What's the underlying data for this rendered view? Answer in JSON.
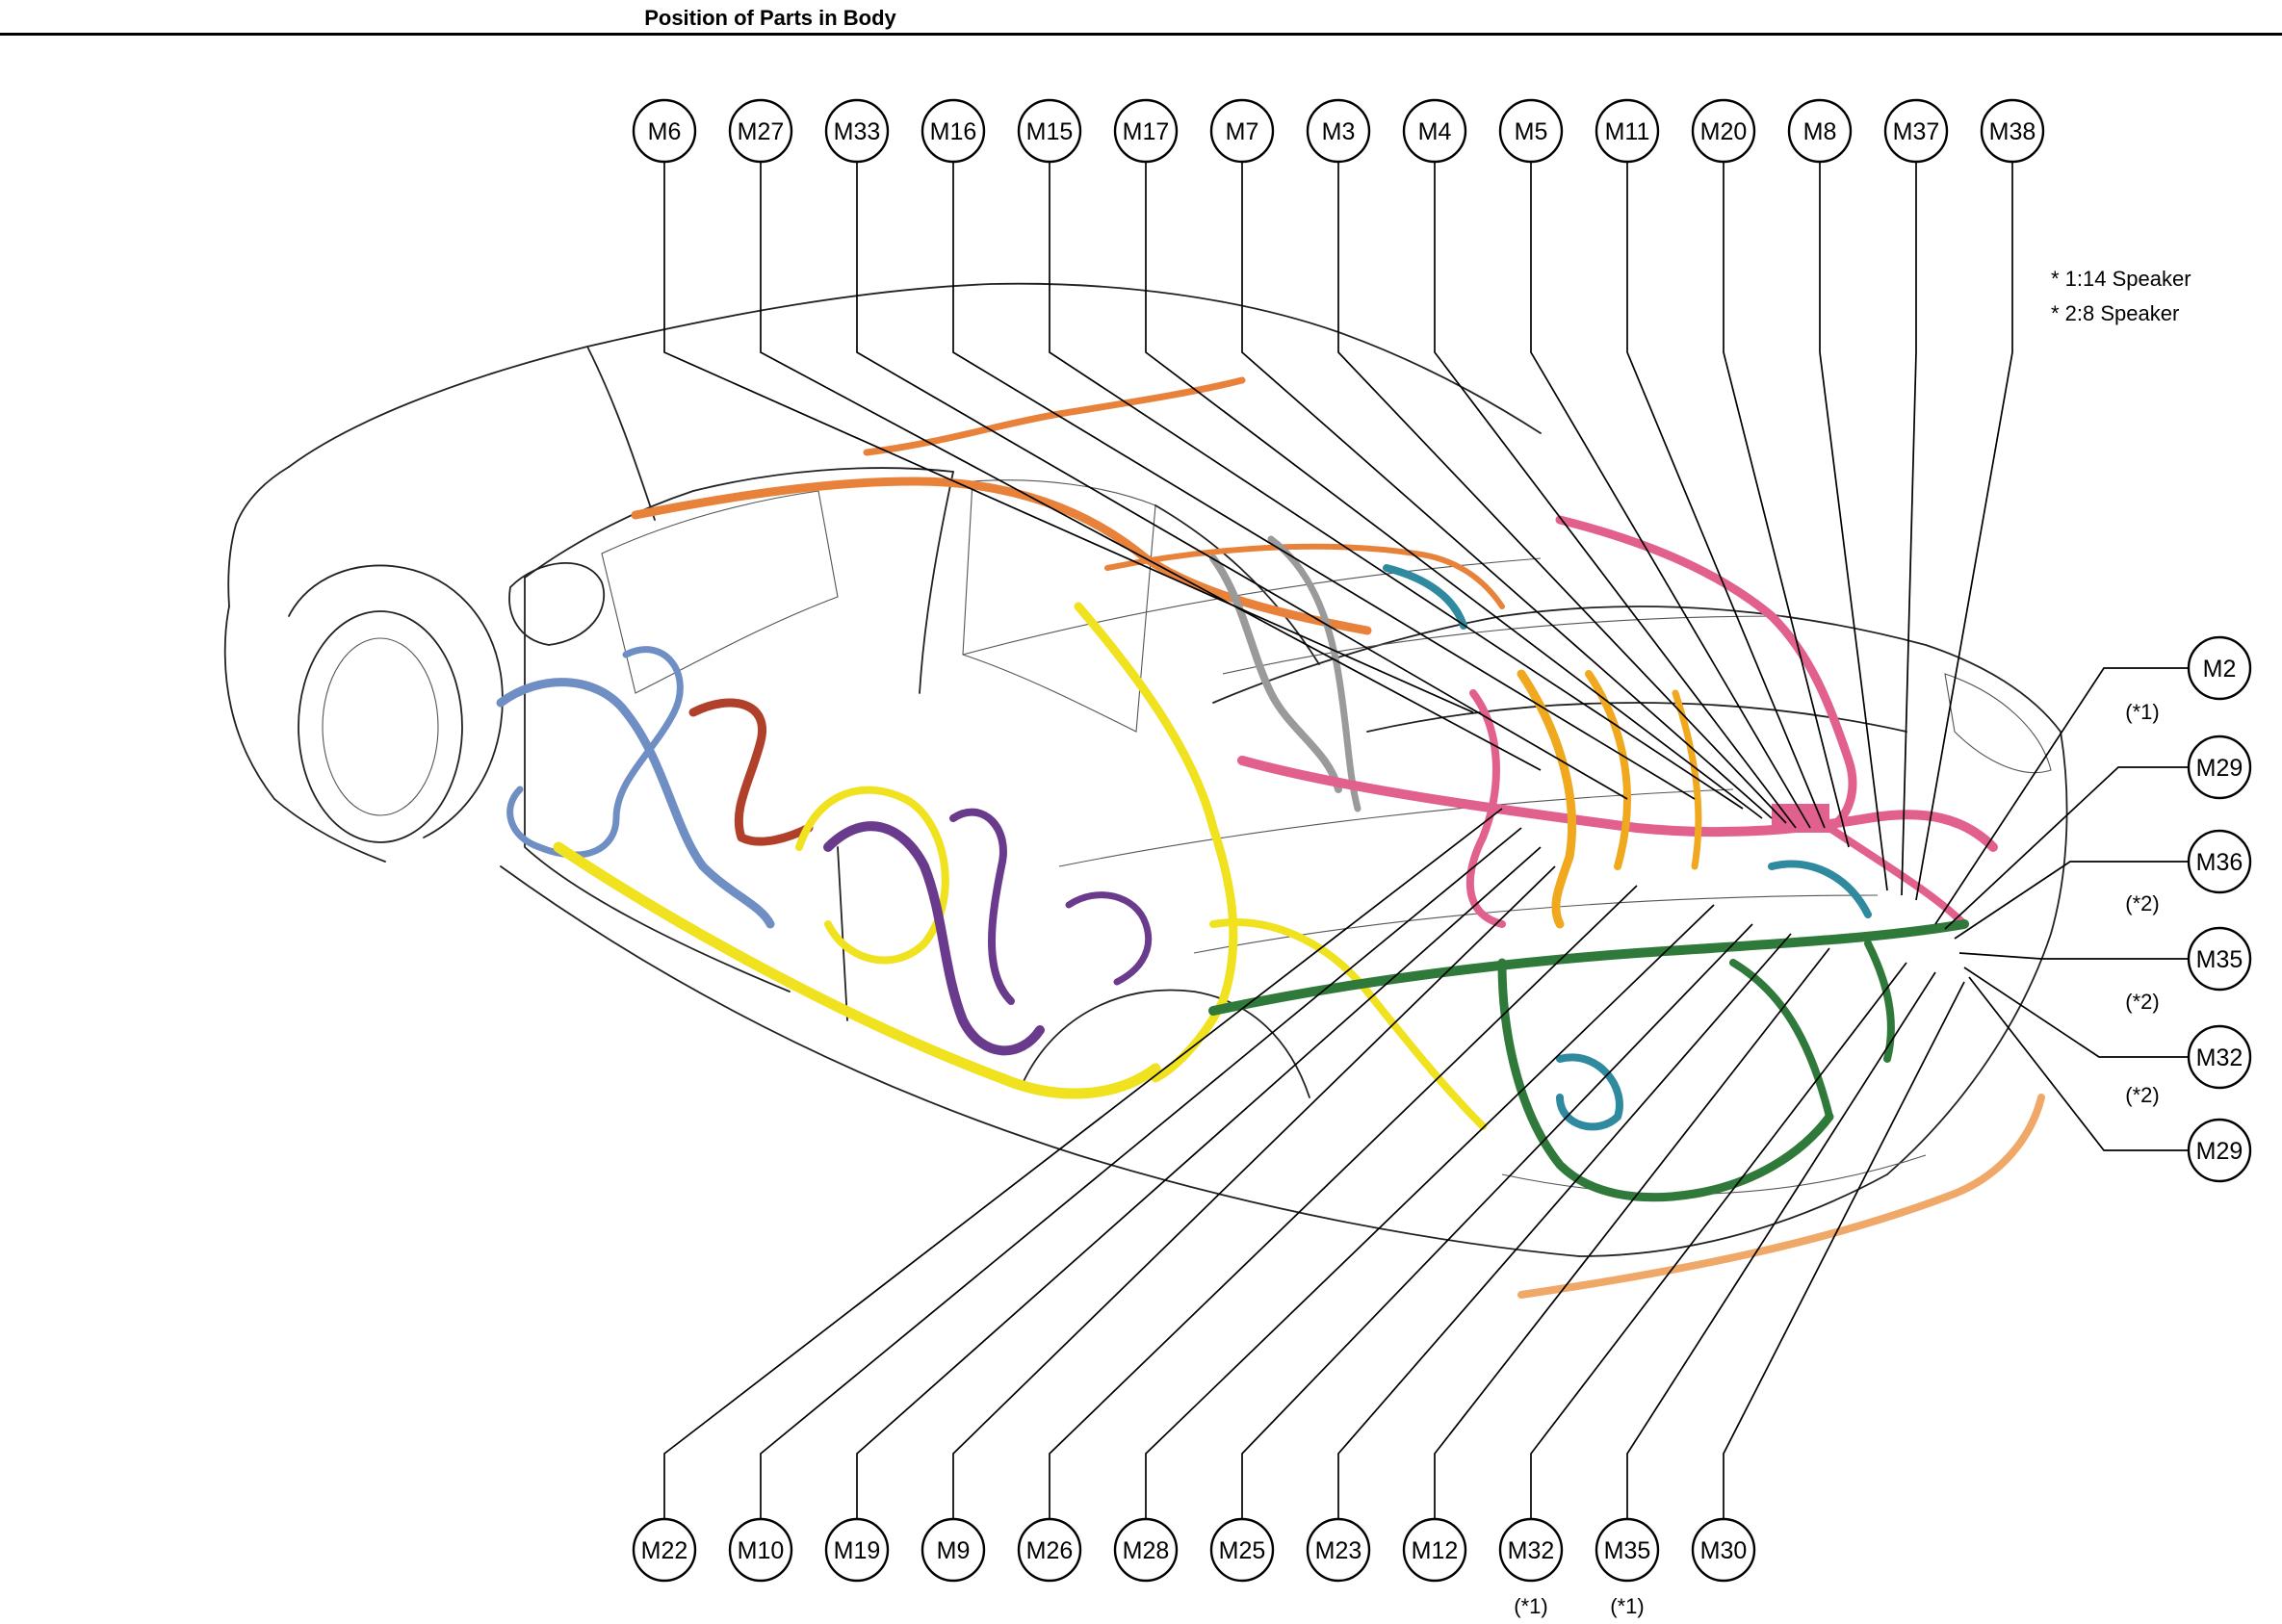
{
  "title": "Position of Parts in Body",
  "notes": [
    "* 1:14 Speaker",
    "* 2:8 Speaker"
  ],
  "callouts": {
    "top": [
      "M6",
      "M27",
      "M33",
      "M16",
      "M15",
      "M17",
      "M7",
      "M3",
      "M4",
      "M5",
      "M11",
      "M20",
      "M8",
      "M37",
      "M38"
    ],
    "right": [
      {
        "label": "M2",
        "tag": ""
      },
      {
        "label": "M29",
        "tag": "(*1)"
      },
      {
        "label": "M36",
        "tag": ""
      },
      {
        "label": "M35",
        "tag": "(*2)"
      },
      {
        "label": "M32",
        "tag": "(*2)"
      },
      {
        "label": "M29",
        "tag": "(*2)"
      }
    ],
    "bottom": [
      {
        "label": "M22",
        "tag": ""
      },
      {
        "label": "M10",
        "tag": ""
      },
      {
        "label": "M19",
        "tag": ""
      },
      {
        "label": "M9",
        "tag": ""
      },
      {
        "label": "M26",
        "tag": ""
      },
      {
        "label": "M28",
        "tag": ""
      },
      {
        "label": "M25",
        "tag": ""
      },
      {
        "label": "M23",
        "tag": ""
      },
      {
        "label": "M12",
        "tag": ""
      },
      {
        "label": "M32",
        "tag": "(*1)"
      },
      {
        "label": "M35",
        "tag": "(*1)"
      },
      {
        "label": "M30",
        "tag": ""
      }
    ]
  },
  "harness_colors": {
    "roof": "#e8823a",
    "floor_left": "#f0e21e",
    "front_door": "#6f8fc4",
    "front_door_aux": "#b0402a",
    "rear_door": "#6a3a8c",
    "luggage": "#2f7a3a",
    "body_rear": "#e2608e",
    "center": "#f0a81e",
    "teal": "#2f8aa0",
    "gray": "#9a9a9a",
    "bumper": "#f0a868"
  }
}
